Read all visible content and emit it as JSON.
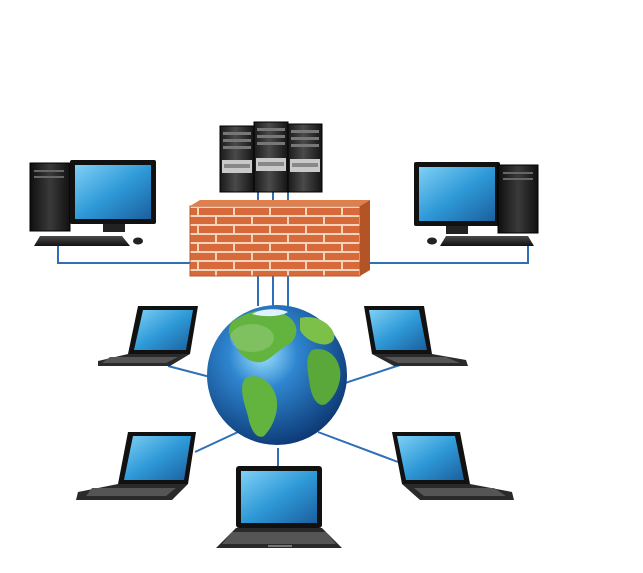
{
  "diagram": {
    "nodes": [
      {
        "name": "server-rack",
        "kind": "server",
        "count": 3
      },
      {
        "name": "firewall",
        "kind": "brick-wall"
      },
      {
        "name": "globe",
        "kind": "internet"
      },
      {
        "name": "desktop-left",
        "kind": "desktop"
      },
      {
        "name": "desktop-right",
        "kind": "desktop"
      },
      {
        "name": "laptop-upper-left",
        "kind": "laptop"
      },
      {
        "name": "laptop-upper-right",
        "kind": "laptop"
      },
      {
        "name": "laptop-lower-left",
        "kind": "laptop"
      },
      {
        "name": "laptop-lower-right",
        "kind": "laptop"
      },
      {
        "name": "laptop-bottom",
        "kind": "laptop"
      }
    ],
    "colors": {
      "link": "#2f6fb7",
      "brick": "#d9713f",
      "mortar": "#f3d7c2",
      "screen": "#3aa3e0",
      "ocean": "#1e5fae",
      "land": "#63b33f",
      "device_dark": "#1c1c1c"
    }
  }
}
